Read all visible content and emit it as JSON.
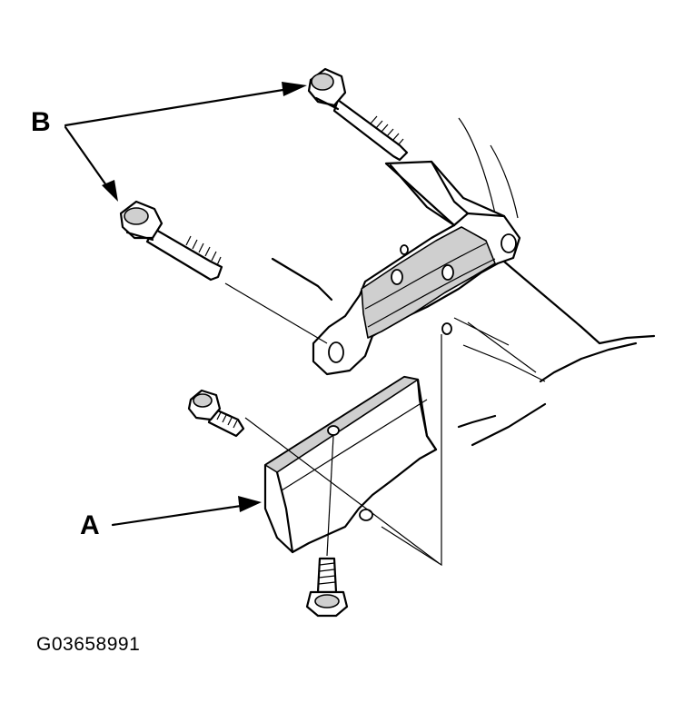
{
  "labels": {
    "a": "A",
    "b": "B"
  },
  "figure_code": "G03658991",
  "colors": {
    "line": "#000000",
    "background": "#ffffff",
    "shade": "#cfcfcf"
  }
}
